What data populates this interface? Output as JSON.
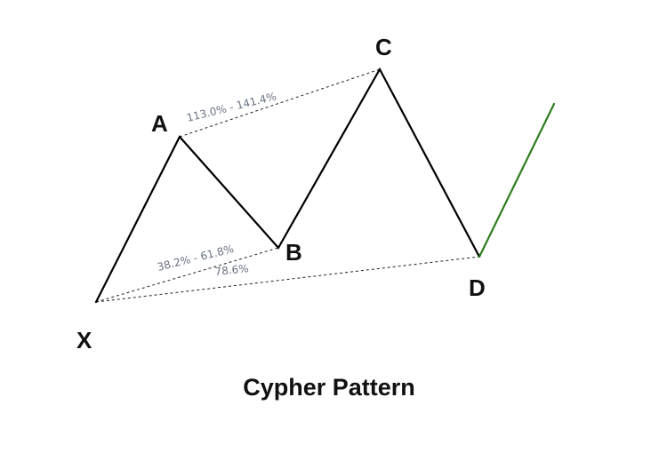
{
  "diagram": {
    "title": "Cypher Pattern",
    "points": {
      "X": "X",
      "A": "A",
      "B": "B",
      "C": "C",
      "D": "D"
    },
    "ratios": {
      "AC": "113.0% - 141.4%",
      "XB": "38.2% - 61.8%",
      "XD": "78.6%"
    },
    "colors": {
      "legs": "#000000",
      "projection": "#2e7d1e",
      "ratio_text": "#6a7282"
    }
  }
}
